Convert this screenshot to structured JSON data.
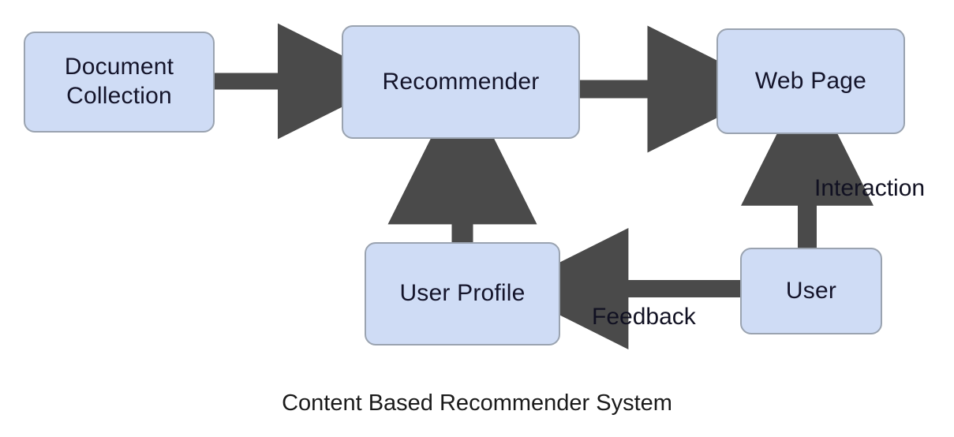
{
  "diagram": {
    "caption": "Content Based Recommender System",
    "colors": {
      "node_fill": "#cfdcf5",
      "node_border": "#9aa3b0",
      "arrow": "#4a4a4a",
      "text": "#14142a",
      "background": "#ffffff"
    },
    "nodes": [
      {
        "id": "document-collection",
        "label": "Document\nCollection",
        "line1": "Document",
        "line2": "Collection"
      },
      {
        "id": "recommender",
        "label": "Recommender"
      },
      {
        "id": "web-page",
        "label": "Web Page"
      },
      {
        "id": "user-profile",
        "label": "User Profile"
      },
      {
        "id": "user",
        "label": "User"
      }
    ],
    "edges": [
      {
        "id": "doc-to-recommender",
        "from": "Document Collection",
        "to": "Recommender",
        "label": "",
        "direction": "right"
      },
      {
        "id": "recommender-to-web",
        "from": "Recommender",
        "to": "Web Page",
        "label": "",
        "direction": "right"
      },
      {
        "id": "profile-to-recommender",
        "from": "User Profile",
        "to": "Recommender",
        "label": "",
        "direction": "up"
      },
      {
        "id": "user-to-web",
        "from": "User",
        "to": "Web Page",
        "label": "Interaction",
        "direction": "up"
      },
      {
        "id": "user-to-profile",
        "from": "User",
        "to": "User Profile",
        "label": "Feedback",
        "direction": "left"
      }
    ],
    "edge_labels": {
      "feedback": "Feedback",
      "interaction": "Interaction"
    }
  },
  "chart_data": {
    "type": "diagram",
    "title": "Content Based Recommender System",
    "nodes": [
      "Document Collection",
      "Recommender",
      "Web Page",
      "User Profile",
      "User"
    ],
    "edges": [
      {
        "source": "Document Collection",
        "target": "Recommender",
        "label": ""
      },
      {
        "source": "Recommender",
        "target": "Web Page",
        "label": ""
      },
      {
        "source": "User Profile",
        "target": "Recommender",
        "label": ""
      },
      {
        "source": "User",
        "target": "Web Page",
        "label": "Interaction"
      },
      {
        "source": "User",
        "target": "User Profile",
        "label": "Feedback"
      }
    ]
  }
}
